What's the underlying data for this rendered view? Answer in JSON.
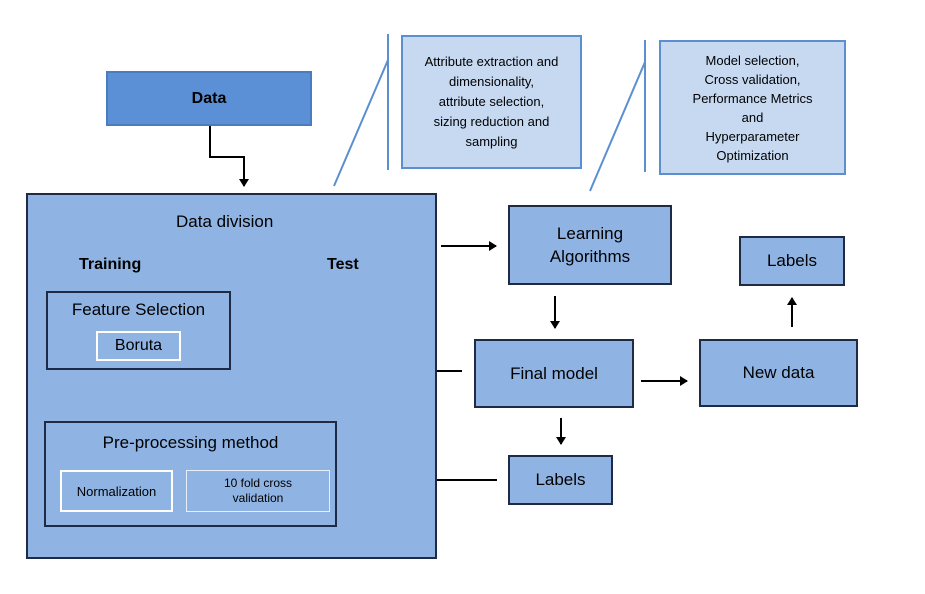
{
  "data_box": "Data",
  "main_panel": {
    "data_division": "Data division",
    "training": "Training",
    "test": "Test",
    "feature_selection": "Feature Selection",
    "boruta": "Boruta",
    "preprocessing": "Pre-processing method",
    "normalization": "Normalization",
    "cross_validation": "10 fold cross validation"
  },
  "callout_1": [
    "Attribute extraction and",
    "dimensionality,",
    "attribute selection,",
    "sizing reduction and",
    "sampling"
  ],
  "callout_2": [
    "Model selection,",
    "Cross validation,",
    "Performance Metrics",
    "and",
    "Hyperparameter",
    "Optimization"
  ],
  "learning_algorithms": [
    "Learning",
    "Algorithms"
  ],
  "final_model": "Final model",
  "labels_bottom": "Labels",
  "new_data": "New data",
  "labels_top": "Labels",
  "colors": {
    "box_fill": "#8fb4e3",
    "data_fill": "#5b8fd6",
    "callout_fill": "#c6d9f1",
    "border": "#1f2a44",
    "accent_line": "#5b8fd0"
  }
}
